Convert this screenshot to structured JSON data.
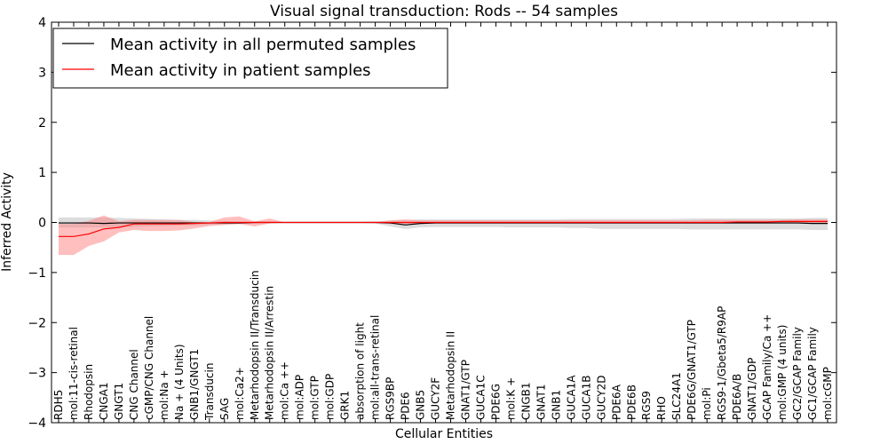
{
  "chart_data": {
    "type": "line",
    "title": "Visual signal transduction: Rods -- 54 samples",
    "xlabel": "Cellular Entities",
    "ylabel": "Inferred Activity",
    "ylim": [
      -4,
      4
    ],
    "yticks": [
      "−4",
      "−3",
      "−2",
      "−1",
      "0",
      "1",
      "2",
      "3",
      "4"
    ],
    "yticks_values": [
      -4,
      -3,
      -2,
      -1,
      0,
      1,
      2,
      3,
      4
    ],
    "grid": false,
    "legend_position": "top-left",
    "colors": {
      "permuted_line": "#000000",
      "permuted_band": "#bbbbbb",
      "patient_line": "#ff0000",
      "patient_band": "#ff8080"
    },
    "categories": [
      "RDH5",
      "mol:11-cis-retinal",
      "Rhodopsin",
      "CNGA1",
      "GNGT1",
      "CNG Channel",
      "cGMP/CNG Channel",
      "mol:Na +",
      "Na + (4 Units)",
      "GNB1/GNGT1",
      "Transducin",
      "SAG",
      "mol:Ca2+",
      "Metarhodopsin II/Transducin",
      "Metarhodopsin II/Arrestin",
      "mol:Ca ++",
      "mol:ADP",
      "mol:GTP",
      "mol:GDP",
      "GRK1",
      "absorption of light",
      "mol:all-trans-retinal",
      "RGS9BP",
      "PDE6",
      "GNB5",
      "GUCY2F",
      "Metarhodopsin II",
      "GNAT1/GTP",
      "GUCA1C",
      "PDE6G",
      "mol:K +",
      "CNGB1",
      "GNAT1",
      "GNB1",
      "GUCA1A",
      "GUCA1B",
      "GUCY2D",
      "PDE6A",
      "PDE6B",
      "RGS9",
      "RHO",
      "SLC24A1",
      "PDE6G/GNAT1/GTP",
      "mol:Pi",
      "RGS9-1/Gbeta5/R9AP",
      "PDE6A/B",
      "GNAT1/GDP",
      "GCAP Family/Ca ++",
      "mol:GMP (4 units)",
      "GC2/GCAP Family",
      "GC1/GCAP Family",
      "mol:cGMP"
    ],
    "series": [
      {
        "name": "Mean activity in all permuted samples",
        "values": [
          -0.01,
          -0.01,
          -0.01,
          -0.02,
          -0.01,
          -0.01,
          -0.01,
          -0.01,
          -0.01,
          -0.01,
          -0.01,
          -0.01,
          -0.01,
          0,
          0,
          0,
          0,
          0,
          0,
          0,
          0,
          0,
          -0.01,
          -0.05,
          -0.02,
          -0.01,
          -0.01,
          -0.01,
          -0.01,
          -0.01,
          -0.01,
          -0.01,
          -0.01,
          -0.01,
          -0.01,
          -0.01,
          -0.01,
          -0.01,
          -0.01,
          -0.01,
          -0.01,
          -0.01,
          -0.01,
          -0.01,
          -0.01,
          -0.01,
          -0.01,
          -0.01,
          -0.01,
          -0.01,
          -0.02,
          -0.02
        ],
        "lower": [
          -0.1,
          -0.1,
          -0.1,
          -0.1,
          -0.1,
          -0.09,
          -0.08,
          -0.07,
          -0.06,
          -0.06,
          -0.05,
          -0.04,
          -0.03,
          -0.02,
          -0.01,
          -0.01,
          -0.01,
          -0.01,
          -0.01,
          -0.01,
          -0.01,
          -0.02,
          -0.08,
          -0.13,
          -0.1,
          -0.09,
          -0.09,
          -0.09,
          -0.09,
          -0.09,
          -0.1,
          -0.1,
          -0.1,
          -0.1,
          -0.11,
          -0.11,
          -0.13,
          -0.13,
          -0.13,
          -0.13,
          -0.13,
          -0.13,
          -0.14,
          -0.14,
          -0.14,
          -0.14,
          -0.14,
          -0.14,
          -0.14,
          -0.14,
          -0.15,
          -0.15
        ],
        "upper": [
          0.1,
          0.1,
          0.1,
          0.1,
          0.09,
          0.08,
          0.07,
          0.06,
          0.05,
          0.05,
          0.04,
          0.03,
          0.02,
          0.02,
          0.01,
          0.01,
          0.01,
          0.01,
          0.01,
          0.01,
          0.01,
          0.02,
          0.04,
          0.05,
          0.06,
          0.06,
          0.06,
          0.06,
          0.06,
          0.06,
          0.06,
          0.06,
          0.06,
          0.06,
          0.07,
          0.07,
          0.07,
          0.07,
          0.07,
          0.07,
          0.07,
          0.07,
          0.08,
          0.08,
          0.08,
          0.08,
          0.08,
          0.08,
          0.08,
          0.08,
          0.09,
          0.09
        ]
      },
      {
        "name": "Mean activity in patient samples",
        "values": [
          -0.28,
          -0.28,
          -0.23,
          -0.13,
          -0.1,
          -0.03,
          -0.03,
          -0.03,
          -0.03,
          -0.02,
          -0.01,
          0,
          0,
          0,
          0,
          0,
          0,
          0,
          0,
          0,
          0,
          0,
          0,
          0,
          0,
          0,
          0,
          0,
          0,
          0,
          0,
          0,
          0,
          0,
          0,
          0,
          0,
          0,
          0,
          0,
          0,
          0,
          0,
          0,
          0,
          0.01,
          0.01,
          0.01,
          0.02,
          0.02,
          0.02,
          0.02
        ],
        "lower": [
          -0.65,
          -0.65,
          -0.47,
          -0.38,
          -0.2,
          -0.15,
          -0.17,
          -0.17,
          -0.16,
          -0.12,
          -0.07,
          -0.05,
          -0.03,
          -0.08,
          -0.02,
          0,
          0,
          0,
          0,
          0,
          0,
          -0.01,
          -0.03,
          -0.03,
          -0.02,
          -0.02,
          -0.02,
          -0.02,
          -0.02,
          -0.02,
          -0.02,
          -0.02,
          -0.02,
          -0.02,
          -0.02,
          -0.02,
          -0.02,
          -0.02,
          -0.02,
          -0.02,
          -0.02,
          -0.02,
          -0.02,
          -0.02,
          -0.02,
          -0.02,
          -0.02,
          -0.02,
          -0.02,
          -0.02,
          -0.02,
          -0.02
        ],
        "upper": [
          -0.03,
          -0.03,
          0.03,
          0.14,
          0.02,
          0.05,
          0.05,
          0.05,
          0.05,
          0.01,
          0.01,
          0.1,
          0.12,
          0.02,
          0.08,
          0,
          0,
          0,
          0,
          0,
          0,
          0.01,
          0.04,
          0.06,
          0.04,
          0.04,
          0.04,
          0.04,
          0.04,
          0.04,
          0.04,
          0.04,
          0.04,
          0.04,
          0.04,
          0.04,
          0.04,
          0.04,
          0.04,
          0.04,
          0.04,
          0.04,
          0.04,
          0.05,
          0.05,
          0.05,
          0.05,
          0.05,
          0.05,
          0.06,
          0.06,
          0.06
        ]
      }
    ]
  }
}
